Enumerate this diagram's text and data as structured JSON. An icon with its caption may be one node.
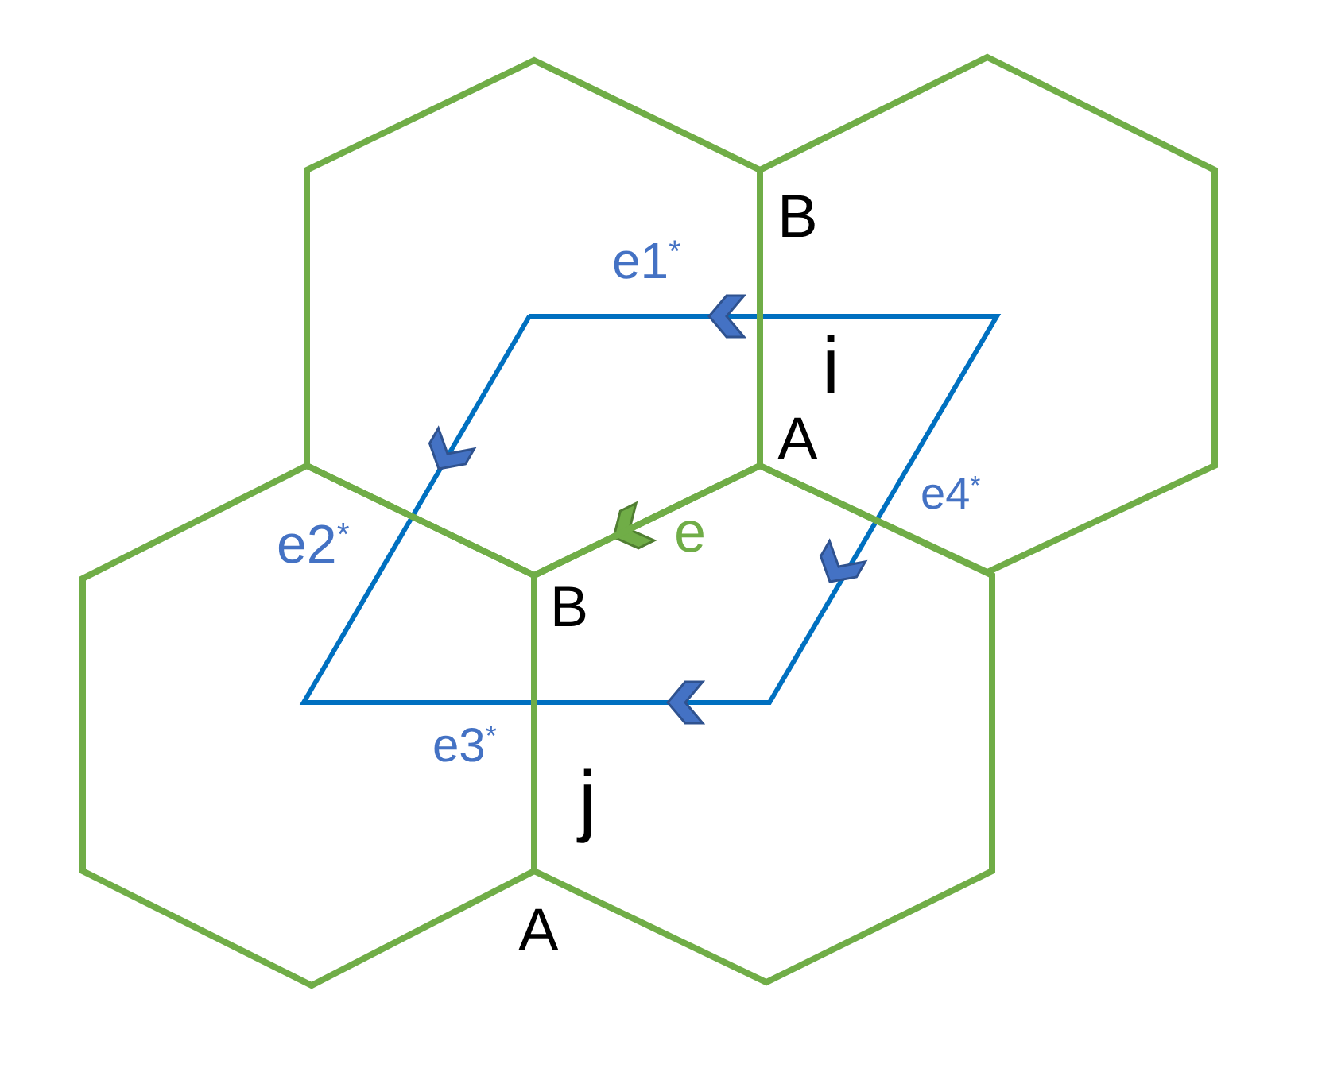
{
  "diagram": {
    "nodes": [
      {
        "text": [],
        "shape": "hexagon"
      },
      {
        "text": [
          "i"
        ]
      },
      {
        "text": [],
        "shape": "hexagon"
      },
      {
        "text": [
          "j"
        ]
      }
    ],
    "labels": [
      "B",
      "e1$^{*}$",
      "A",
      "e4$^{*}$",
      "e2$^{*}$",
      "e",
      "B",
      "e3$^{*}$",
      "A"
    ]
  }
}
